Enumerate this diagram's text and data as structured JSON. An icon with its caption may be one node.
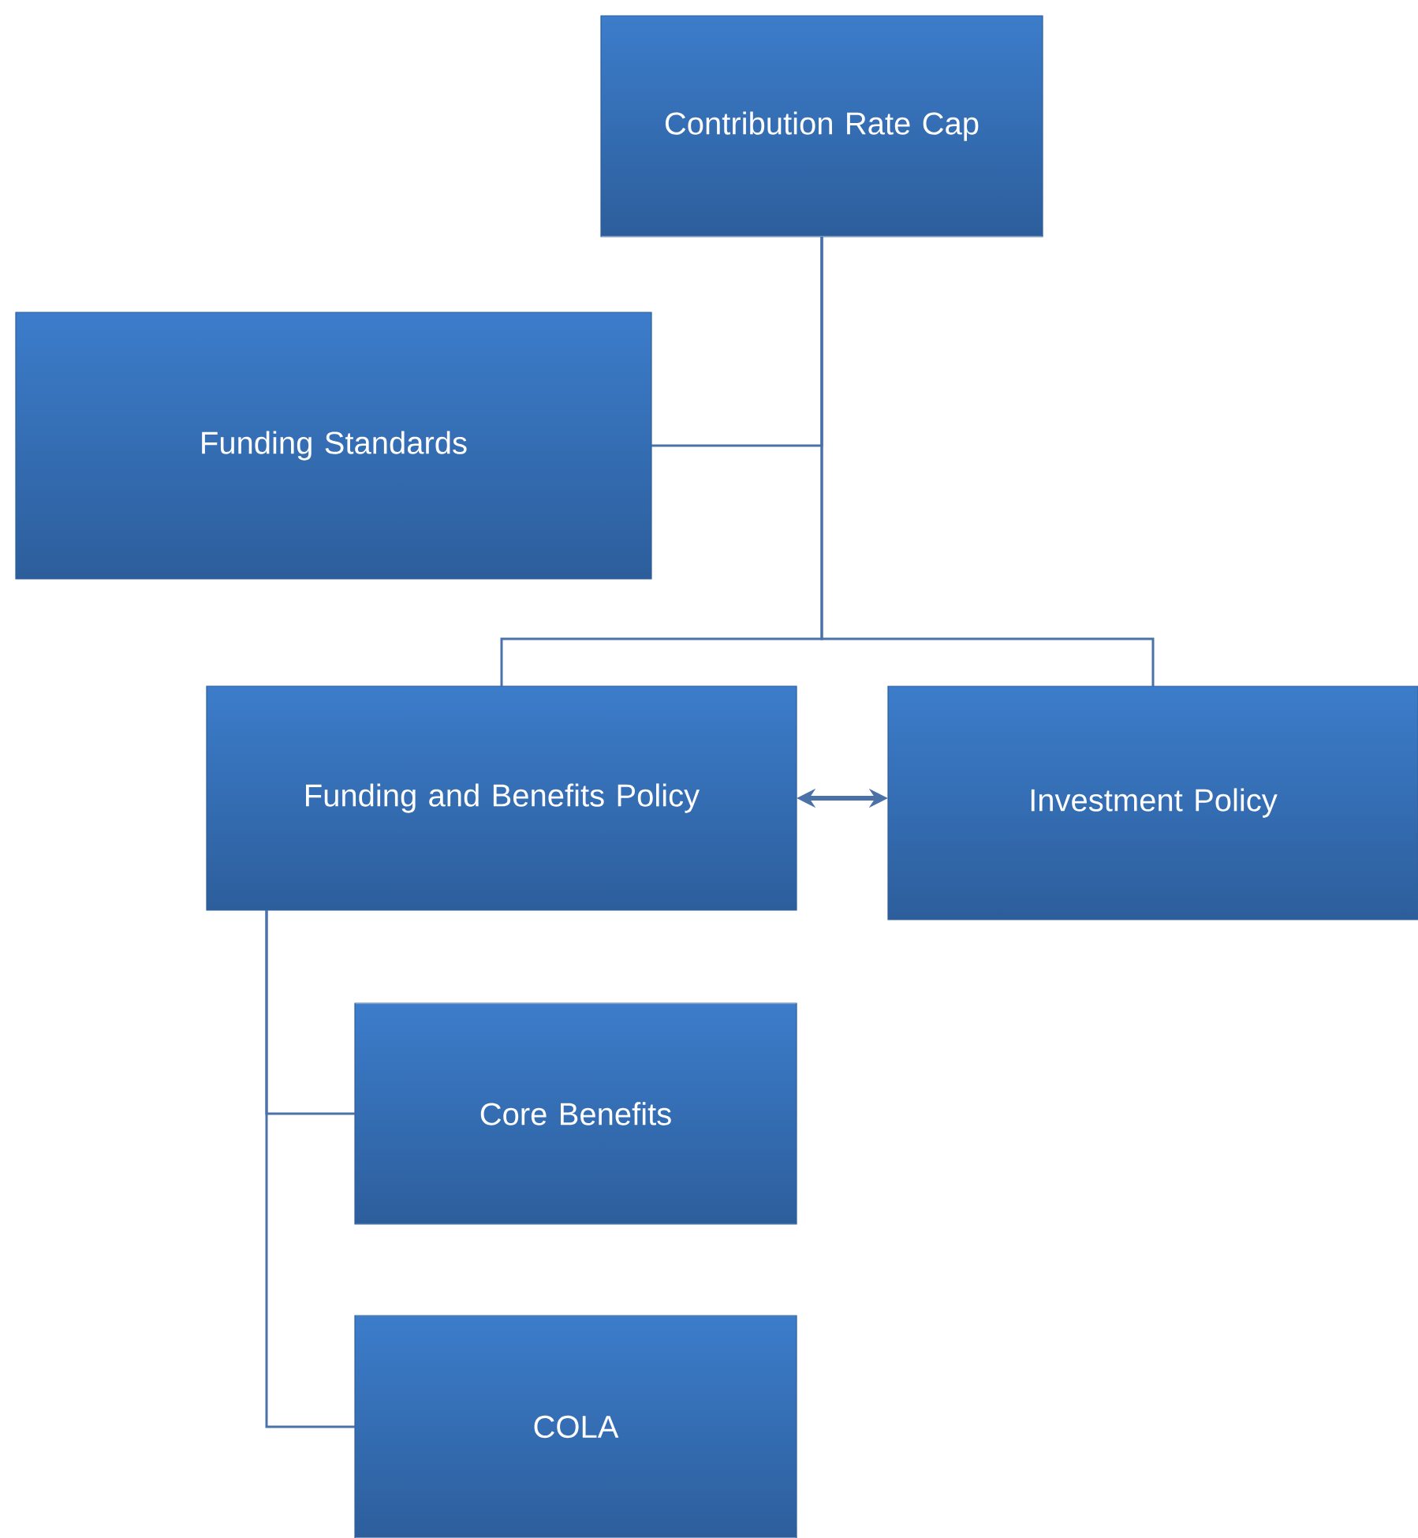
{
  "diagram": {
    "nodes": [
      {
        "text": [
          "Contribution Rate Cap"
        ]
      },
      {
        "text": [
          "Funding Standards"
        ]
      },
      {
        "text": [
          "Funding and Benefits Policy"
        ]
      },
      {
        "text": [
          "Investment Policy"
        ]
      },
      {
        "text": [
          "Core Benefits"
        ]
      },
      {
        "text": [
          "COLA"
        ]
      }
    ],
    "edges": [
      {
        "from": 0,
        "to": 1,
        "arrow": "none"
      },
      {
        "from": 0,
        "to": 2,
        "arrow": "none"
      },
      {
        "from": 0,
        "to": 3,
        "arrow": "none"
      },
      {
        "from": 2,
        "to": 3,
        "arrow": "both",
        "style": "thick"
      },
      {
        "from": 2,
        "to": 4,
        "arrow": "none"
      },
      {
        "from": 2,
        "to": 5,
        "arrow": "none"
      }
    ]
  }
}
